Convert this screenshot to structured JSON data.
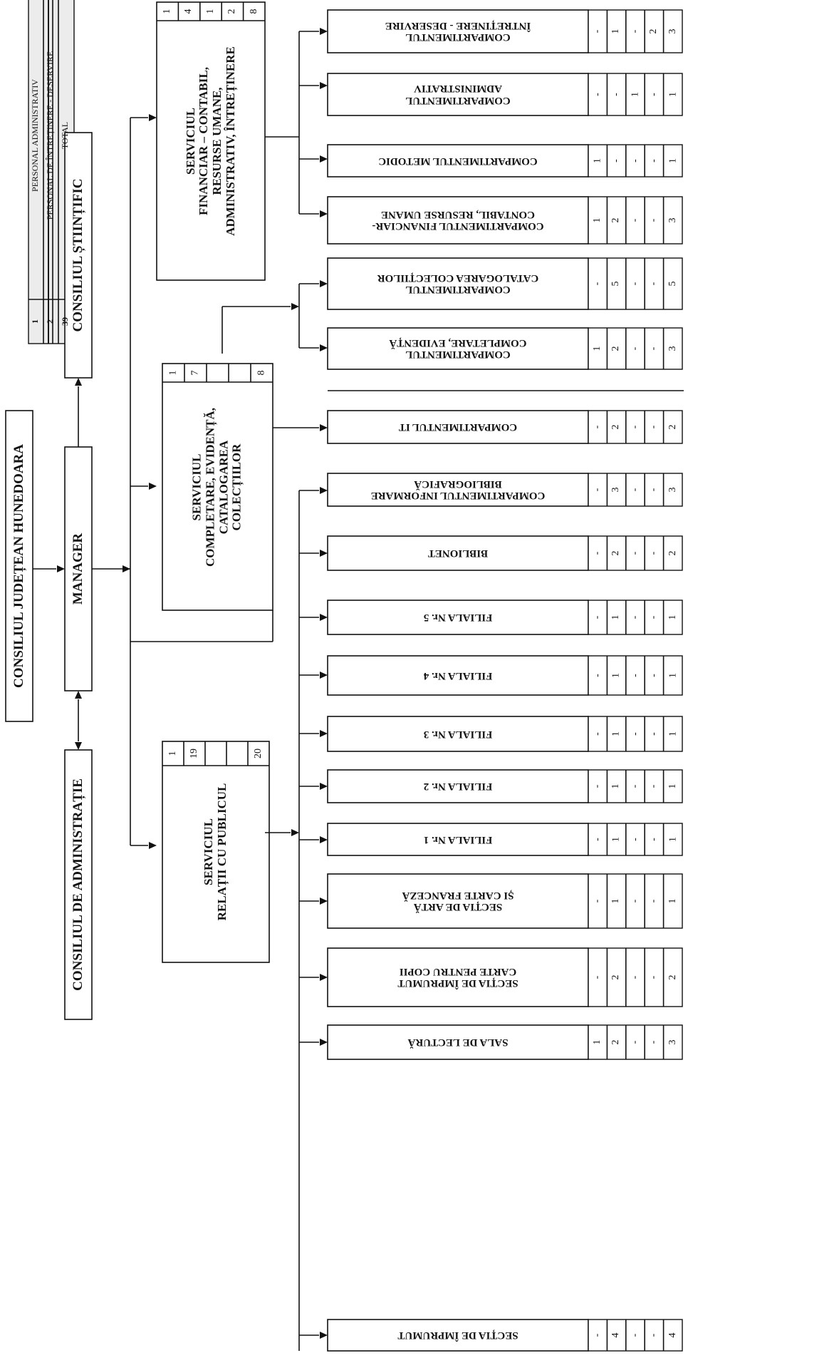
{
  "top_legend": {
    "rows": [
      {
        "label": "PERSONAL ADMINISTRATIV",
        "value": "1"
      },
      {
        "label": "PERSONAL DE ÎNTREȚINERE - DESERVIRE",
        "value": "2"
      },
      {
        "label": "TOTAL",
        "value": "39"
      }
    ]
  },
  "nodes": {
    "consiliul_judetean": "CONSILIUL JUDEȚEAN HUNEDOARA",
    "manager": "MANAGER",
    "consiliul_stiintific": "CONSILIUL ȘTIINȚIFIC",
    "consiliul_administratie": "CONSILIUL DE ADMINISTRAȚIE"
  },
  "services": [
    {
      "label": "SERVICIUL\nRELAȚII CU PUBLICUL",
      "counts": [
        "1",
        "19",
        "",
        "",
        "20"
      ]
    },
    {
      "label": "SERVICIUL\nCOMPLETARE, EVIDENȚĂ,\nCATALOGAREA\nCOLECȚIILOR",
      "counts": [
        "1",
        "7",
        "",
        "",
        "8"
      ]
    },
    {
      "label": "SERVICIUL\nFINANCIAR – CONTABIL,\nRESURSE UMANE,\nADMINISTRATIV, ÎNTREȚINERE",
      "counts": [
        "1",
        "4",
        "1",
        "2",
        "8"
      ]
    }
  ],
  "compartments": [
    {
      "label": "SECȚIA DE ÎMPRUMUT",
      "counts": [
        "-",
        "4",
        "-",
        "-",
        "4"
      ]
    },
    {
      "label": "SALA DE LECTURĂ",
      "counts": [
        "1",
        "2",
        "-",
        "-",
        "3"
      ]
    },
    {
      "label": "SECȚIA DE ÎMPRUMUT\nCARTE PENTRU COPII",
      "counts": [
        "-",
        "2",
        "-",
        "-",
        "2"
      ]
    },
    {
      "label": "SECȚIA DE ARTĂ\nȘI CARTE FRANCEZĂ",
      "counts": [
        "-",
        "1",
        "-",
        "-",
        "1"
      ]
    },
    {
      "label": "FILIALA Nr. 1",
      "counts": [
        "-",
        "1",
        "-",
        "-",
        "1"
      ]
    },
    {
      "label": "FILIALA Nr. 2",
      "counts": [
        "-",
        "1",
        "-",
        "-",
        "1"
      ]
    },
    {
      "label": "FILIALA Nr. 3",
      "counts": [
        "-",
        "1",
        "-",
        "-",
        "1"
      ]
    },
    {
      "label": "FILIALA Nr. 4",
      "counts": [
        "-",
        "1",
        "-",
        "-",
        "1"
      ]
    },
    {
      "label": "FILIALA Nr. 5",
      "counts": [
        "-",
        "1",
        "-",
        "-",
        "1"
      ]
    },
    {
      "label": "BIBLIONET",
      "counts": [
        "-",
        "2",
        "-",
        "-",
        "2"
      ]
    },
    {
      "label": "COMPARTIMENTUL INFORMARE\nBIBLIOGRAFICĂ",
      "counts": [
        "-",
        "3",
        "-",
        "-",
        "3"
      ]
    },
    {
      "label": "COMPARTIMENTUL IT",
      "counts": [
        "-",
        "2",
        "-",
        "-",
        "2"
      ]
    },
    {
      "label": "COMPARTIMENTUL\nCOMPLETARE, EVIDENȚĂ",
      "counts": [
        "1",
        "2",
        "-",
        "-",
        "3"
      ]
    },
    {
      "label": "COMPARTIMENTUL\nCATALOGAREA COLECȚIILOR",
      "counts": [
        "-",
        "5",
        "-",
        "-",
        "5"
      ]
    },
    {
      "label": "COMPARTIMENTUL FINANCIAR-\nCONTABIL, RESURSE UMANE",
      "counts": [
        "1",
        "2",
        "-",
        "-",
        "3"
      ]
    },
    {
      "label": "COMPARTIMENTUL METODIC",
      "counts": [
        "1",
        "-",
        "-",
        "-",
        "1"
      ]
    },
    {
      "label": "COMPARTIMENTUL\nADMINISTRATIV",
      "counts": [
        "-",
        "-",
        "1",
        "-",
        "1"
      ]
    },
    {
      "label": "COMPARTIMENTUL\nÎNTREȚINERE - DESERVIRE",
      "counts": [
        "-",
        "1",
        "-",
        "2",
        "3"
      ]
    }
  ],
  "colors": {
    "line": "#111111",
    "background": "#ffffff",
    "legend_shade": "#ececec"
  }
}
